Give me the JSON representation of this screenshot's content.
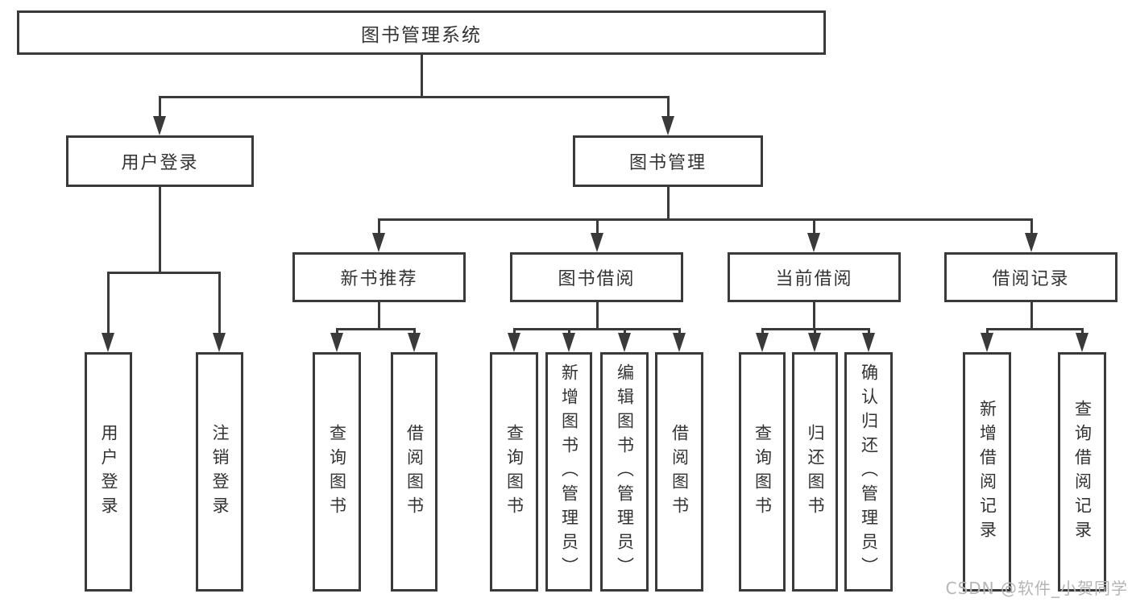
{
  "diagram": {
    "title": "图书管理系统",
    "root": {
      "label": "图书管理系统"
    },
    "level2": [
      {
        "label": "用户登录"
      },
      {
        "label": "图书管理"
      }
    ],
    "level3": [
      {
        "label": "新书推荐",
        "parent": "图书管理"
      },
      {
        "label": "图书借阅",
        "parent": "图书管理"
      },
      {
        "label": "当前借阅",
        "parent": "图书管理"
      },
      {
        "label": "借阅记录",
        "parent": "图书管理"
      }
    ],
    "leaves": [
      {
        "label": "用户登录",
        "parent": "用户登录"
      },
      {
        "label": "注销登录",
        "parent": "用户登录"
      },
      {
        "label": "查询图书",
        "parent": "新书推荐"
      },
      {
        "label": "借阅图书",
        "parent": "新书推荐"
      },
      {
        "label": "查询图书",
        "parent": "图书借阅"
      },
      {
        "label": "新增图书（管理员）",
        "parent": "图书借阅"
      },
      {
        "label": "编辑图书（管理员）",
        "parent": "图书借阅"
      },
      {
        "label": "借阅图书",
        "parent": "图书借阅"
      },
      {
        "label": "查询图书",
        "parent": "当前借阅"
      },
      {
        "label": "归还图书",
        "parent": "当前借阅"
      },
      {
        "label": "确认归还（管理员）",
        "parent": "当前借阅"
      },
      {
        "label": "新增借阅记录",
        "parent": "借阅记录"
      },
      {
        "label": "查询借阅记录",
        "parent": "借阅记录"
      }
    ]
  },
  "watermark": "CSDN @软件_小贺同学",
  "colors": {
    "line": "#3a3a3a",
    "text": "#333333",
    "background": "#ffffff",
    "watermark": "#b5b5b5"
  }
}
